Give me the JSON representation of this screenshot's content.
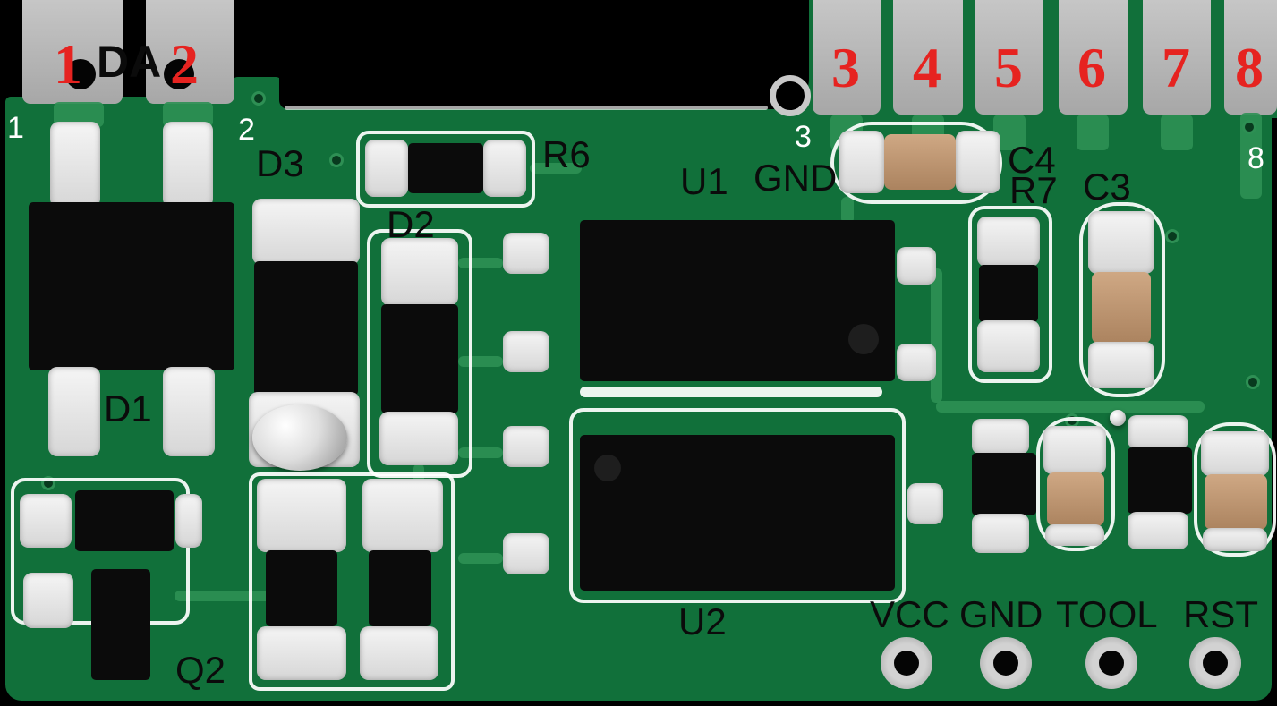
{
  "labels": {
    "da": "DA",
    "d1": "D1",
    "d2": "D2",
    "d3": "D3",
    "q2": "Q2",
    "r6": "R6",
    "r7": "R7",
    "c3": "C3",
    "c4": "C4",
    "u1": "U1",
    "u2": "U2",
    "gnd": "GND"
  },
  "annotations": {
    "red_left": [
      "1",
      "2"
    ],
    "red_right": [
      "3",
      "4",
      "5",
      "6",
      "7",
      "8"
    ],
    "white": {
      "pin1": "1",
      "pin2": "2",
      "pin3": "3",
      "pin8": "8"
    }
  },
  "programming_pads": [
    {
      "label": "VCC"
    },
    {
      "label": "GND"
    },
    {
      "label": "TOOL"
    },
    {
      "label": "RST"
    }
  ],
  "colors": {
    "pcb_green": "#11703a",
    "trace_green": "#2d9054",
    "annotation_red": "#e62320",
    "pad_silver": "#ececec",
    "component_black": "#0b0b0b",
    "capacitor_tan": "#c49d79",
    "castellation_gray": "#b6b6b6"
  }
}
